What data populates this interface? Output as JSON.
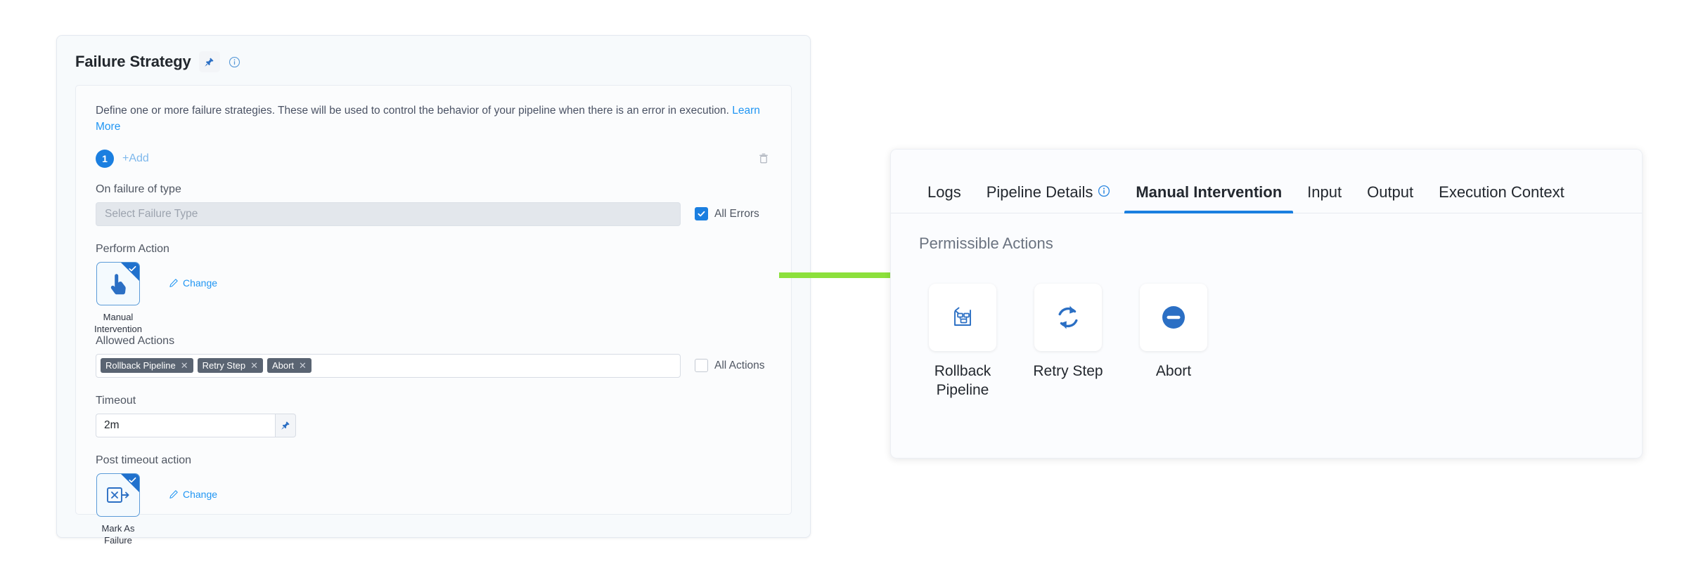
{
  "failure_strategy": {
    "title": "Failure Strategy",
    "pin_icon": "pin-icon",
    "info_icon": "info-icon",
    "description": "Define one or more failure strategies. These will be used to control the behavior of your pipeline when there is an error in execution.",
    "learn_more_label": "Learn More",
    "strategy_index": "1",
    "add_label": "+Add",
    "delete_icon": "trash-icon",
    "on_failure_label": "On failure of type",
    "failure_type_placeholder": "Select Failure Type",
    "all_errors_label": "All Errors",
    "all_errors_checked": true,
    "perform_action_label": "Perform Action",
    "perform_action_tile": {
      "caption_line1": "Manual",
      "caption_line2": "Intervention",
      "icon": "pointing-hand-icon",
      "selected": true
    },
    "change_label": "Change",
    "allowed_actions_label": "Allowed Actions",
    "allowed_actions_tags": [
      "Rollback Pipeline",
      "Retry Step",
      "Abort"
    ],
    "all_actions_label": "All Actions",
    "all_actions_checked": false,
    "timeout_label": "Timeout",
    "timeout_value": "2m",
    "timeout_pin_icon": "pin-icon",
    "post_timeout_label": "Post timeout action",
    "post_timeout_tile": {
      "caption_line1": "Mark As",
      "caption_line2": "Failure",
      "icon": "mark-as-failure-icon",
      "selected": true
    }
  },
  "arrow": {
    "name": "flow-arrow",
    "color": "#8ce03c"
  },
  "intervention": {
    "tabs": [
      {
        "label": "Logs",
        "active": false,
        "info": false
      },
      {
        "label": "Pipeline Details",
        "active": false,
        "info": true
      },
      {
        "label": "Manual Intervention",
        "active": true,
        "info": false
      },
      {
        "label": "Input",
        "active": false,
        "info": false
      },
      {
        "label": "Output",
        "active": false,
        "info": false
      },
      {
        "label": "Execution Context",
        "active": false,
        "info": false
      }
    ],
    "permissible_actions_title": "Permissible Actions",
    "actions": [
      {
        "label_line1": "Rollback",
        "label_line2": "Pipeline",
        "icon": "rollback-pipeline-icon"
      },
      {
        "label_line1": "Retry Step",
        "label_line2": "",
        "icon": "retry-icon"
      },
      {
        "label_line1": "Abort",
        "label_line2": "",
        "icon": "abort-icon"
      }
    ]
  },
  "colors": {
    "accent_blue": "#1b7fe0",
    "icon_blue": "#2b6fc4",
    "arrow_green": "#8ce03c",
    "chip_gray": "#5a6472"
  }
}
